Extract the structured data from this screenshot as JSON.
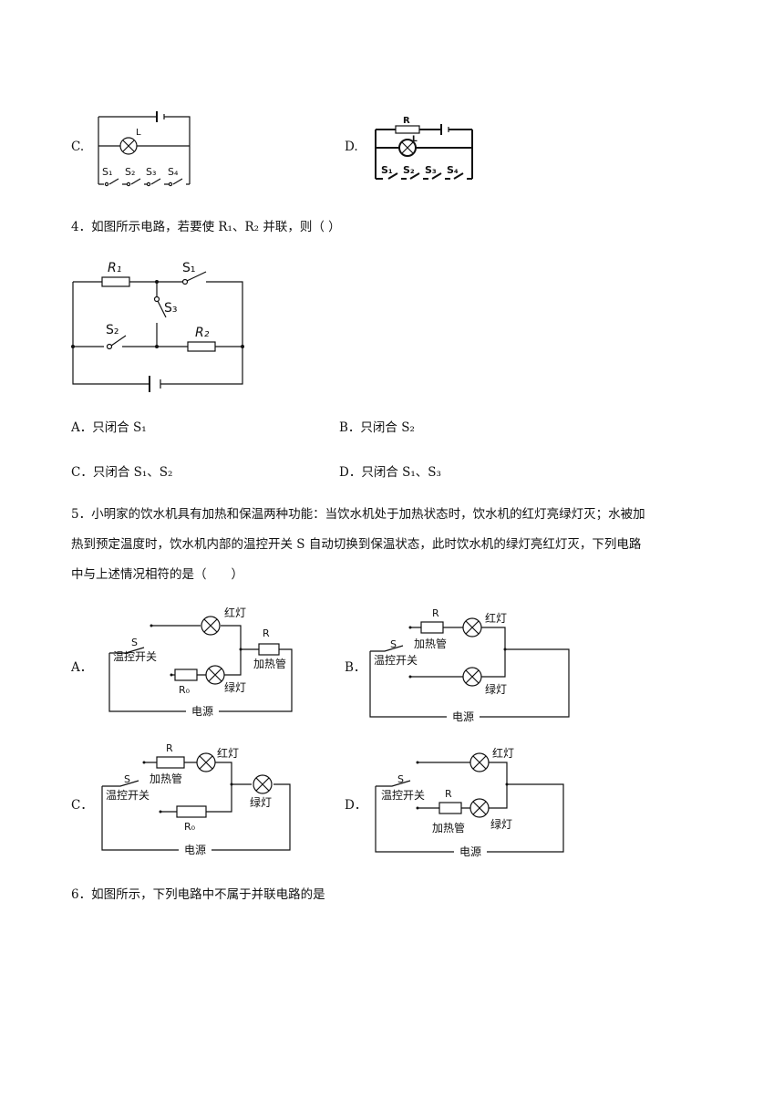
{
  "q3": {
    "opt_c": "C.",
    "opt_d": "D.",
    "c_circuit": {
      "lamp": "L",
      "s1": "S₁",
      "s2": "S₂",
      "s3": "S₃",
      "s4": "S₄"
    },
    "d_circuit": {
      "resistor": "R",
      "lamp": "L",
      "s1": "S₁",
      "s2": "S₂",
      "s3": "S₃",
      "s4": "S₄"
    }
  },
  "q4": {
    "stem": "4．如图所示电路，若要使 R₁、R₂ 并联，则（ ）",
    "circuit": {
      "r1": "R₁",
      "r2": "R₂",
      "s1": "S₁",
      "s2": "S₂",
      "s3": "S₃"
    },
    "options": [
      "A．只闭合 S₁",
      "B．只闭合 S₂",
      "C．只闭合 S₁、S₂",
      "D．只闭合 S₁、S₃"
    ]
  },
  "q5": {
    "stem_line1": "5．小明家的饮水机具有加热和保温两种功能：当饮水机处于加热状态时，饮水机的红灯亮绿灯灭；水被加",
    "stem_line2": "热到预定温度时，饮水机内部的温控开关 S 自动切换到保温状态，此时饮水机的绿灯亮红灯灭，下列电路",
    "stem_line3": "中与上述情况相符的是（　　）",
    "opt_a": "A．",
    "opt_b": "B．",
    "opt_c": "C．",
    "opt_d": "D．",
    "labels": {
      "s": "S",
      "switch": "温控开关",
      "red": "红灯",
      "green": "绿灯",
      "r": "R",
      "heater": "加热管",
      "r0": "R₀",
      "power": "电源"
    }
  },
  "q6": {
    "stem": "6．如图所示，下列电路中不属于并联电路的是"
  }
}
